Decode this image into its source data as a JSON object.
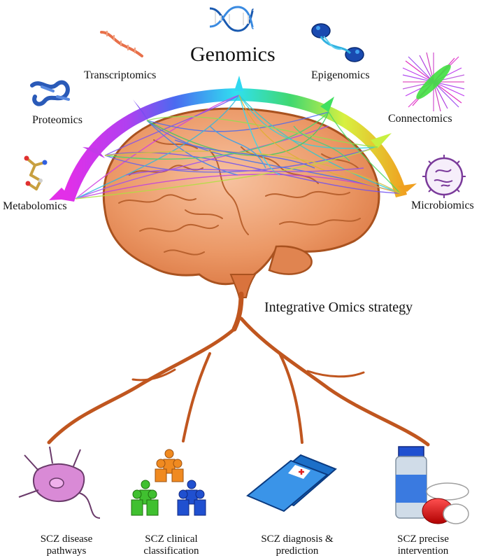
{
  "title": "Genomics",
  "omics": {
    "transcriptomics": "Transcriptomics",
    "epigenomics": "Epigenomics",
    "proteomics": "Proteomics",
    "connectomics": "Connectomics",
    "metabolomics": "Metabolomics",
    "microbiomics": "Microbiomics"
  },
  "strategy": "Integrative Omics strategy",
  "outcomes": {
    "pathways": {
      "line1": "SCZ disease",
      "line2": "pathways"
    },
    "classification": {
      "line1": "SCZ clinical",
      "line2": "classification"
    },
    "diagnosis": {
      "line1": "SCZ diagnosis &",
      "line2": "prediction"
    },
    "intervention": {
      "line1": "SCZ precise",
      "line2": "intervention"
    }
  },
  "colors": {
    "brain": "#e9905f",
    "brain_outline": "#a9521f",
    "tree": "#c0561f",
    "rainbow": [
      "#e22fe8",
      "#7a4cf0",
      "#2f7af0",
      "#2fe8f0",
      "#40e060",
      "#d8f040",
      "#f0a020"
    ]
  }
}
